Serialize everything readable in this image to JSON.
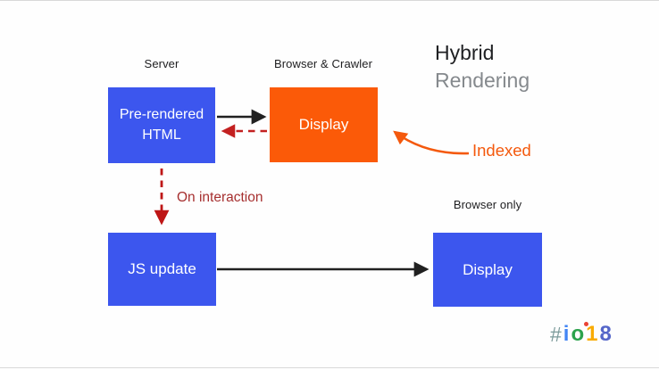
{
  "slide": {
    "title": {
      "line1": "Hybrid",
      "line2": "Rendering"
    },
    "section_labels": {
      "server": "Server",
      "browser_crawler": "Browser & Crawler",
      "browser_only": "Browser only"
    },
    "nodes": [
      {
        "name": "pre-rendered-html",
        "label": "Pre-rendered HTML",
        "fill": "#3C56EE",
        "text_color": "#FFFFFF",
        "section": "Server"
      },
      {
        "name": "display-crawler",
        "label": "Display",
        "fill": "#FB5A08",
        "text_color": "#FFFFFF",
        "section": "Browser & Crawler"
      },
      {
        "name": "js-update",
        "label": "JS update",
        "fill": "#3C56EE",
        "text_color": "#FFFFFF",
        "section": ""
      },
      {
        "name": "display-browser",
        "label": "Display",
        "fill": "#3C56EE",
        "text_color": "#FFFFFF",
        "section": "Browser only"
      }
    ],
    "edges": [
      {
        "from": "pre-rendered-html",
        "to": "display-crawler",
        "style": "solid",
        "color": "#212121",
        "label": ""
      },
      {
        "from": "display-crawler",
        "to": "pre-rendered-html",
        "style": "dashed",
        "color": "#C32020",
        "label": ""
      },
      {
        "from": "pre-rendered-html",
        "to": "js-update",
        "style": "dashed",
        "color": "#BE1616",
        "label": "On interaction"
      },
      {
        "from": "js-update",
        "to": "display-browser",
        "style": "solid",
        "color": "#212121",
        "label": ""
      },
      {
        "from": "indexed-callout",
        "to": "display-crawler",
        "style": "curved-solid",
        "color": "#F4590D",
        "label": "Indexed"
      }
    ],
    "colors": {
      "blue": "#3C56EE",
      "orange": "#FB5A08",
      "title_primary": "#1F2023",
      "title_secondary": "#85898D",
      "annotation_red": "#A62F2F",
      "dashed_red": "#C32020",
      "arrow_black": "#212121",
      "indexed_orange": "#F4590D"
    },
    "footer": {
      "hashtag": "#io18",
      "hashtag_chars": [
        "#",
        "i",
        "o",
        "1",
        "8"
      ]
    }
  }
}
